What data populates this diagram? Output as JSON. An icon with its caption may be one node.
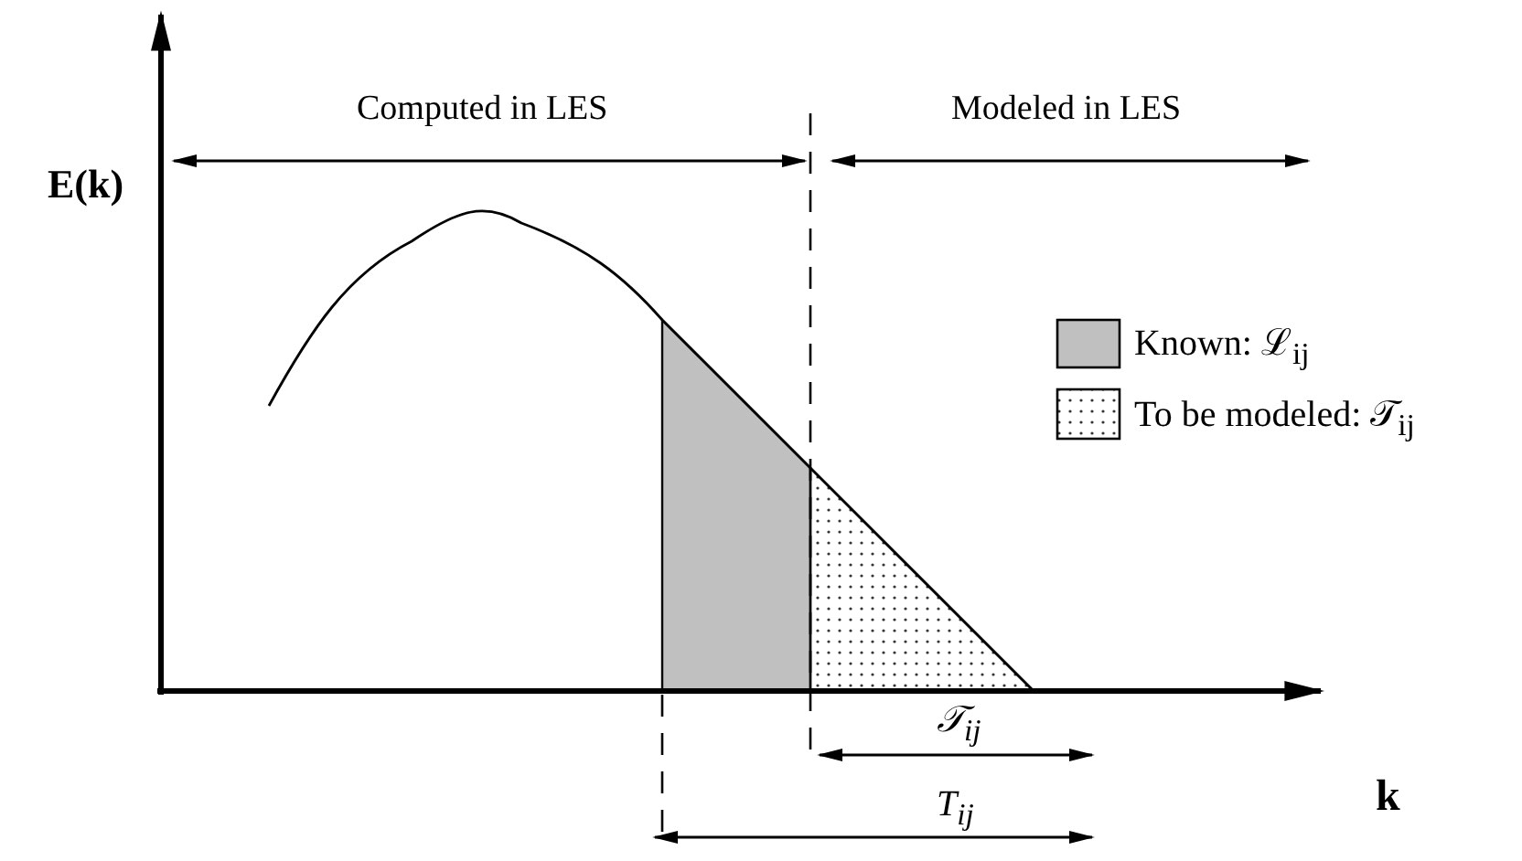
{
  "diagram": {
    "labels": [
      "E(k)",
      "Computed in LES",
      "Modeled in LES",
      "k",
      "𝒯$_{ij}$",
      "T$_{ij}$"
    ],
    "legend": [
      {
        "text": "Known: ℒ$_{ij}$",
        "color": "#c0c0c0"
      },
      {
        "text": "To be modeled: 𝒯$_{ij}$"
      }
    ]
  }
}
